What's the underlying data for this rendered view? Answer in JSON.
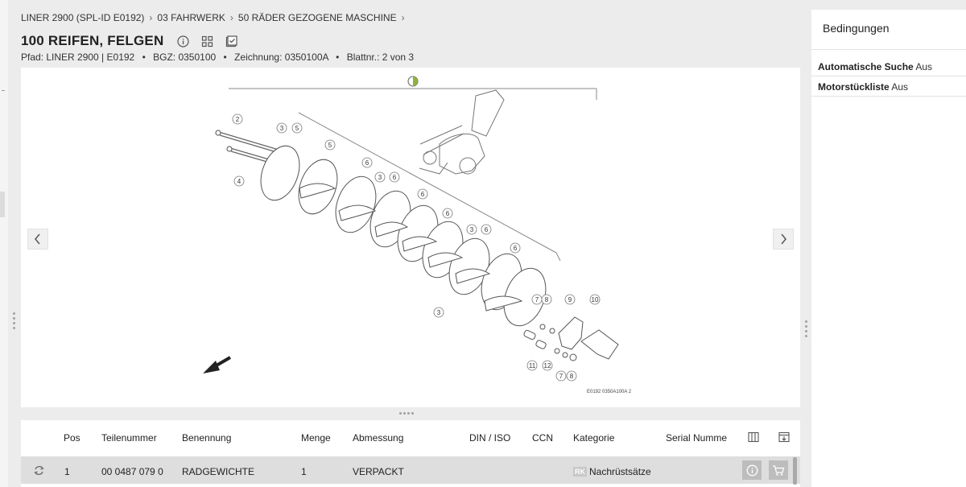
{
  "breadcrumb": {
    "items": [
      "LINER 2900   (SPL-ID E0192)",
      "03 FAHRWERK",
      "50 RÄDER GEZOGENE MASCHINE"
    ],
    "separator": "›"
  },
  "page": {
    "title": "100 REIFEN, FELGEN",
    "path": {
      "parts": [
        "Pfad: LINER 2900 | E0192",
        "BGZ: 0350100",
        "Zeichnung: 0350100A",
        "Blattnr.: 2 von 3"
      ],
      "bullet": "•"
    }
  },
  "drawing": {
    "code": "E0192 0350A100A 2",
    "callouts": [
      "2",
      "3",
      "5",
      "4",
      "5",
      "6",
      "3",
      "6",
      "6",
      "6",
      "3",
      "6",
      "6",
      "3",
      "7",
      "8",
      "9",
      "10",
      "11",
      "12",
      "7",
      "8"
    ]
  },
  "table": {
    "columns": [
      "Pos",
      "Teilenummer",
      "Benennung",
      "Menge",
      "Abmessung",
      "DIN / ISO",
      "CCN",
      "Kategorie",
      "Serial Numme"
    ],
    "rows": [
      {
        "pos": "1",
        "teilenummer": "00 0487 079 0",
        "benennung": "RADGEWICHTE",
        "menge": "1",
        "abmessung": "VERPACKT",
        "din_iso": "",
        "ccn": "",
        "kategorie_badge": "RK",
        "kategorie": "Nachrüstsätze"
      }
    ]
  },
  "conditions": {
    "title": "Bedingungen",
    "items": [
      {
        "label": "Automatische Suche",
        "value": "Aus"
      },
      {
        "label": "Motorstückliste",
        "value": "Aus"
      }
    ]
  },
  "icons": {
    "title": [
      "info-icon",
      "grid-icon",
      "checklist-icon"
    ],
    "nav": [
      "chevron-left-icon",
      "chevron-right-icon"
    ],
    "header": [
      "column-settings-icon",
      "export-icon"
    ],
    "row": [
      "refresh-icon",
      "info-icon",
      "cart-icon"
    ]
  }
}
